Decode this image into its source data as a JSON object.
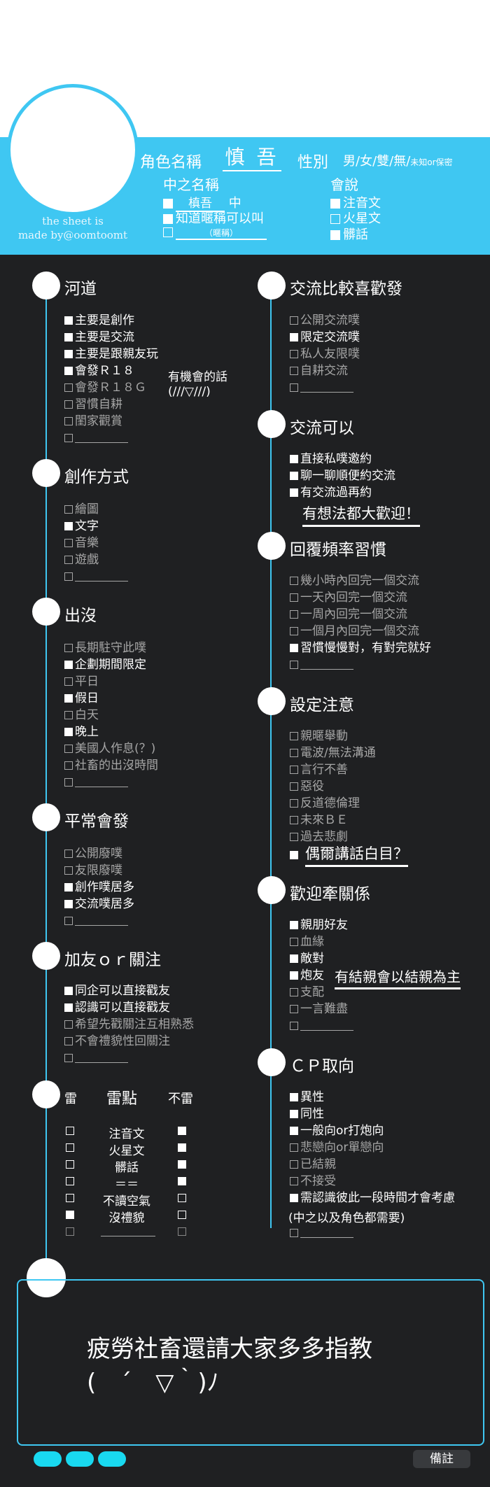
{
  "profile": {
    "credit": [
      "the sheet is",
      "made by@oomtoomt"
    ],
    "char_name_label": "角色名稱",
    "char_name_value": "慎 吾",
    "gender_label": "性別",
    "gender_options": "男/女/雙/無/",
    "gender_extra": "未知or保密",
    "nickname_label": "中之名稱",
    "nick_1": "槙吾",
    "nick_1_suffix": "中",
    "nick_2": "知道暱稱可以叫",
    "nick_3": "（暱稱）",
    "speak_label": "會說",
    "speak_1": "注音文",
    "speak_2": "火星文",
    "speak_3": "髒話"
  },
  "sections": {
    "heart": {
      "title": "河道",
      "items": [
        "主要是創作",
        "主要是交流",
        "主要是跟親友玩",
        "會發Ｒ１８",
        "會發Ｒ１８Ｇ",
        "習慣自耕",
        "閨家觀賞",
        ""
      ],
      "states": [
        true,
        true,
        true,
        true,
        false,
        false,
        false,
        false
      ],
      "note_1": "有機會的話",
      "note_2": "(///▽///)"
    },
    "create": {
      "title": "創作方式",
      "items": [
        "繪圖",
        "文字",
        "音樂",
        "遊戲",
        ""
      ],
      "states": [
        false,
        true,
        false,
        false,
        false
      ]
    },
    "appear": {
      "title": "出沒",
      "items": [
        "長期駐守此噗",
        "企劃期間限定",
        "平日",
        "假日",
        "白天",
        "晚上",
        "美國人作息(？)",
        "社畜的出沒時間",
        ""
      ],
      "states": [
        false,
        true,
        false,
        true,
        false,
        true,
        false,
        false,
        false
      ]
    },
    "post": {
      "title": "平常會發",
      "items": [
        "公開廢噗",
        "友限廢噗",
        "創作噗居多",
        "交流噗居多",
        ""
      ],
      "states": [
        false,
        false,
        true,
        true,
        false
      ]
    },
    "follow": {
      "title": "加友ｏｒ關注",
      "items": [
        "同企可以直接戳友",
        "認識可以直接戳友",
        "希望先戳關注互相熟悉",
        "不會禮貌性回關注",
        ""
      ],
      "states": [
        true,
        true,
        false,
        false,
        false
      ]
    },
    "interact": {
      "title": "交流比較喜歡發",
      "items": [
        "公開交流噗",
        "限定交流噗",
        "私人友限噗",
        "自耕交流",
        ""
      ],
      "states": [
        false,
        true,
        false,
        false,
        false
      ]
    },
    "ok": {
      "title": "交流可以",
      "items": [
        "直接私噗邀約",
        "聊一聊順便約交流",
        "有交流過再約"
      ],
      "states": [
        true,
        true,
        true
      ],
      "highlight": "有想法都大歡迎！"
    },
    "reply": {
      "title": "回覆頻率習慣",
      "items": [
        "幾小時內回完一個交流",
        "一天內回完一個交流",
        "一周內回完一個交流",
        "一個月內回完一個交流",
        "習慣慢慢對，有對完就好",
        ""
      ],
      "states": [
        false,
        false,
        false,
        false,
        true,
        false
      ]
    },
    "setting": {
      "title": "設定注意",
      "items": [
        "親暱舉動",
        "電波/無法溝通",
        "言行不善",
        "惡役",
        "反道德倫理",
        "未來ＢＥ",
        "過去悲劇"
      ],
      "states": [
        false,
        false,
        false,
        false,
        false,
        false,
        false
      ],
      "highlight": "偶爾講話白目？"
    },
    "relation": {
      "title": "歡迎牽關係",
      "items": [
        "親朋好友",
        "血緣",
        "敵對",
        "炮友",
        "支配",
        "一言難盡",
        ""
      ],
      "states": [
        true,
        false,
        true,
        true,
        false,
        false,
        false
      ],
      "highlight": "有結親會以結親為主"
    },
    "cp": {
      "title": "ＣＰ取向",
      "items": [
        "異性",
        "同性",
        "一般向or打炮向",
        "悲戀向or單戀向",
        "已結親",
        "不接受",
        "需認識彼此一段時間才會考慮",
        ""
      ],
      "states": [
        true,
        true,
        true,
        false,
        false,
        false,
        true,
        false
      ],
      "sub_note": "(中之以及角色都需要)"
    }
  },
  "mines": {
    "col_mine": "雷",
    "col_title": "雷點",
    "col_notmine": "不雷",
    "rows": [
      "注音文",
      "火星文",
      "髒話",
      "＝＝",
      "不讀空氣",
      "沒禮貌",
      ""
    ],
    "mine_states": [
      false,
      false,
      false,
      false,
      false,
      true,
      false
    ],
    "notmine_states": [
      true,
      true,
      true,
      true,
      false,
      false,
      false
    ]
  },
  "message": {
    "line_1": "疲勞社畜還請大家多多指教",
    "line_2": "(　´　▽｀)ﾉ"
  },
  "footer": {
    "memo_label": "備註"
  }
}
